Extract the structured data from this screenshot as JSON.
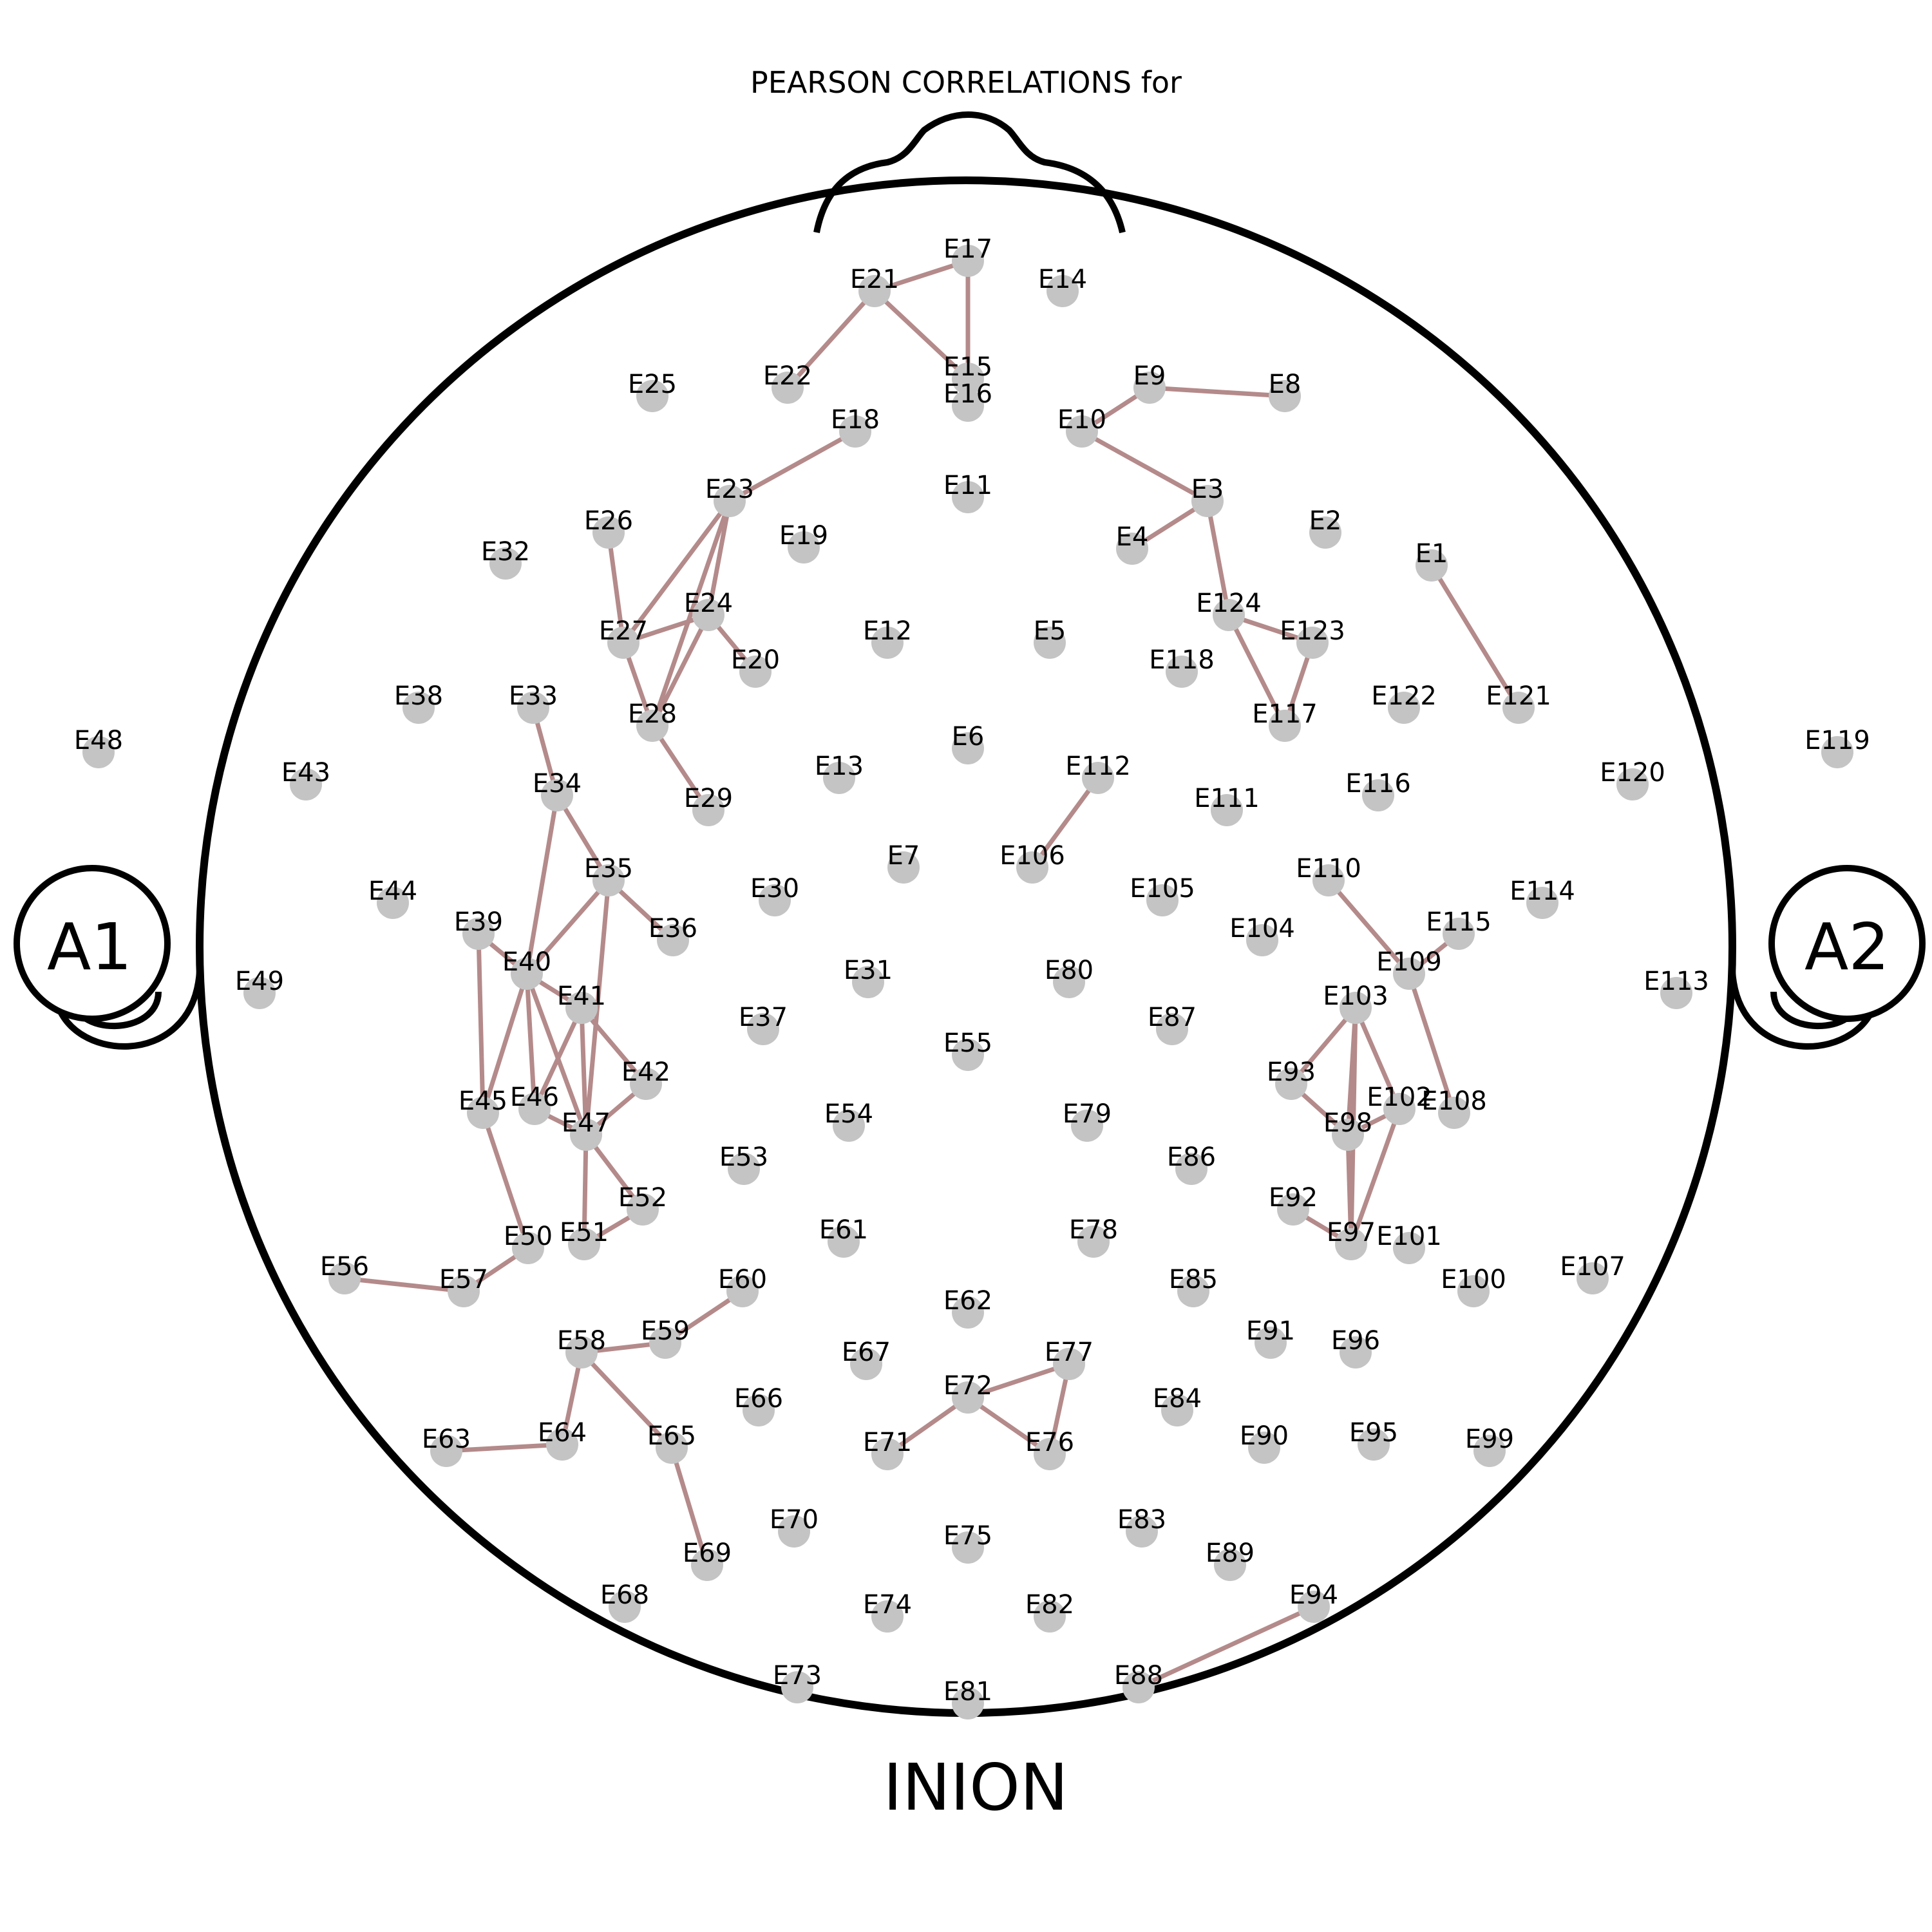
{
  "title": "PEARSON CORRELATIONS for",
  "inion_label": "INION",
  "ear_left_label": "A1",
  "ear_right_label": "A2",
  "colors": {
    "electrode": "#c4c4c4",
    "link": "#b48a8a",
    "outline": "#000000",
    "text": "#000000",
    "background": "#ffffff"
  },
  "electrodes": [
    "E1",
    "E2",
    "E3",
    "E4",
    "E5",
    "E6",
    "E7",
    "E8",
    "E9",
    "E10",
    "E11",
    "E12",
    "E13",
    "E14",
    "E15",
    "E16",
    "E17",
    "E18",
    "E19",
    "E20",
    "E21",
    "E22",
    "E23",
    "E24",
    "E25",
    "E26",
    "E27",
    "E28",
    "E29",
    "E30",
    "E31",
    "E32",
    "E33",
    "E34",
    "E35",
    "E36",
    "E37",
    "E38",
    "E39",
    "E40",
    "E41",
    "E42",
    "E43",
    "E44",
    "E45",
    "E46",
    "E47",
    "E48",
    "E49",
    "E50",
    "E51",
    "E52",
    "E53",
    "E54",
    "E55",
    "E56",
    "E57",
    "E58",
    "E59",
    "E60",
    "E61",
    "E62",
    "E63",
    "E64",
    "E65",
    "E66",
    "E67",
    "E68",
    "E69",
    "E70",
    "E71",
    "E72",
    "E73",
    "E74",
    "E75",
    "E76",
    "E77",
    "E78",
    "E79",
    "E80",
    "E81",
    "E82",
    "E83",
    "E84",
    "E85",
    "E86",
    "E87",
    "E88",
    "E89",
    "E90",
    "E91",
    "E92",
    "E93",
    "E94",
    "E95",
    "E96",
    "E97",
    "E98",
    "E99",
    "E100",
    "E101",
    "E102",
    "E103",
    "E104",
    "E105",
    "E106",
    "E107",
    "E108",
    "E109",
    "E110",
    "E111",
    "E112",
    "E113",
    "E114",
    "E115",
    "E116",
    "E117",
    "E118",
    "E119",
    "E120",
    "E121",
    "E122",
    "E123",
    "E124"
  ],
  "connections": [
    [
      "E17",
      "E21"
    ],
    [
      "E17",
      "E15"
    ],
    [
      "E21",
      "E15"
    ],
    [
      "E21",
      "E22"
    ],
    [
      "E9",
      "E8"
    ],
    [
      "E9",
      "E10"
    ],
    [
      "E10",
      "E3"
    ],
    [
      "E3",
      "E4"
    ],
    [
      "E3",
      "E124"
    ],
    [
      "E124",
      "E123"
    ],
    [
      "E124",
      "E117"
    ],
    [
      "E123",
      "E117"
    ],
    [
      "E1",
      "E121"
    ],
    [
      "E18",
      "E23"
    ],
    [
      "E23",
      "E27"
    ],
    [
      "E23",
      "E24"
    ],
    [
      "E23",
      "E28"
    ],
    [
      "E26",
      "E27"
    ],
    [
      "E27",
      "E24"
    ],
    [
      "E27",
      "E28"
    ],
    [
      "E24",
      "E20"
    ],
    [
      "E24",
      "E28"
    ],
    [
      "E28",
      "E29"
    ],
    [
      "E33",
      "E34"
    ],
    [
      "E34",
      "E35"
    ],
    [
      "E34",
      "E40"
    ],
    [
      "E35",
      "E36"
    ],
    [
      "E35",
      "E40"
    ],
    [
      "E35",
      "E47"
    ],
    [
      "E39",
      "E40"
    ],
    [
      "E39",
      "E45"
    ],
    [
      "E40",
      "E41"
    ],
    [
      "E40",
      "E45"
    ],
    [
      "E40",
      "E46"
    ],
    [
      "E40",
      "E47"
    ],
    [
      "E41",
      "E42"
    ],
    [
      "E41",
      "E46"
    ],
    [
      "E41",
      "E47"
    ],
    [
      "E42",
      "E47"
    ],
    [
      "E46",
      "E47"
    ],
    [
      "E45",
      "E50"
    ],
    [
      "E47",
      "E52"
    ],
    [
      "E47",
      "E51"
    ],
    [
      "E52",
      "E51"
    ],
    [
      "E50",
      "E57"
    ],
    [
      "E56",
      "E57"
    ],
    [
      "E112",
      "E106"
    ],
    [
      "E110",
      "E109"
    ],
    [
      "E109",
      "E115"
    ],
    [
      "E109",
      "E108"
    ],
    [
      "E103",
      "E93"
    ],
    [
      "E103",
      "E98"
    ],
    [
      "E103",
      "E102"
    ],
    [
      "E103",
      "E97"
    ],
    [
      "E93",
      "E98"
    ],
    [
      "E98",
      "E102"
    ],
    [
      "E98",
      "E97"
    ],
    [
      "E102",
      "E97"
    ],
    [
      "E92",
      "E97"
    ],
    [
      "E60",
      "E59"
    ],
    [
      "E59",
      "E58"
    ],
    [
      "E58",
      "E64"
    ],
    [
      "E58",
      "E65"
    ],
    [
      "E64",
      "E63"
    ],
    [
      "E65",
      "E69"
    ],
    [
      "E72",
      "E77"
    ],
    [
      "E72",
      "E76"
    ],
    [
      "E72",
      "E71"
    ],
    [
      "E77",
      "E76"
    ],
    [
      "E94",
      "E88"
    ]
  ]
}
